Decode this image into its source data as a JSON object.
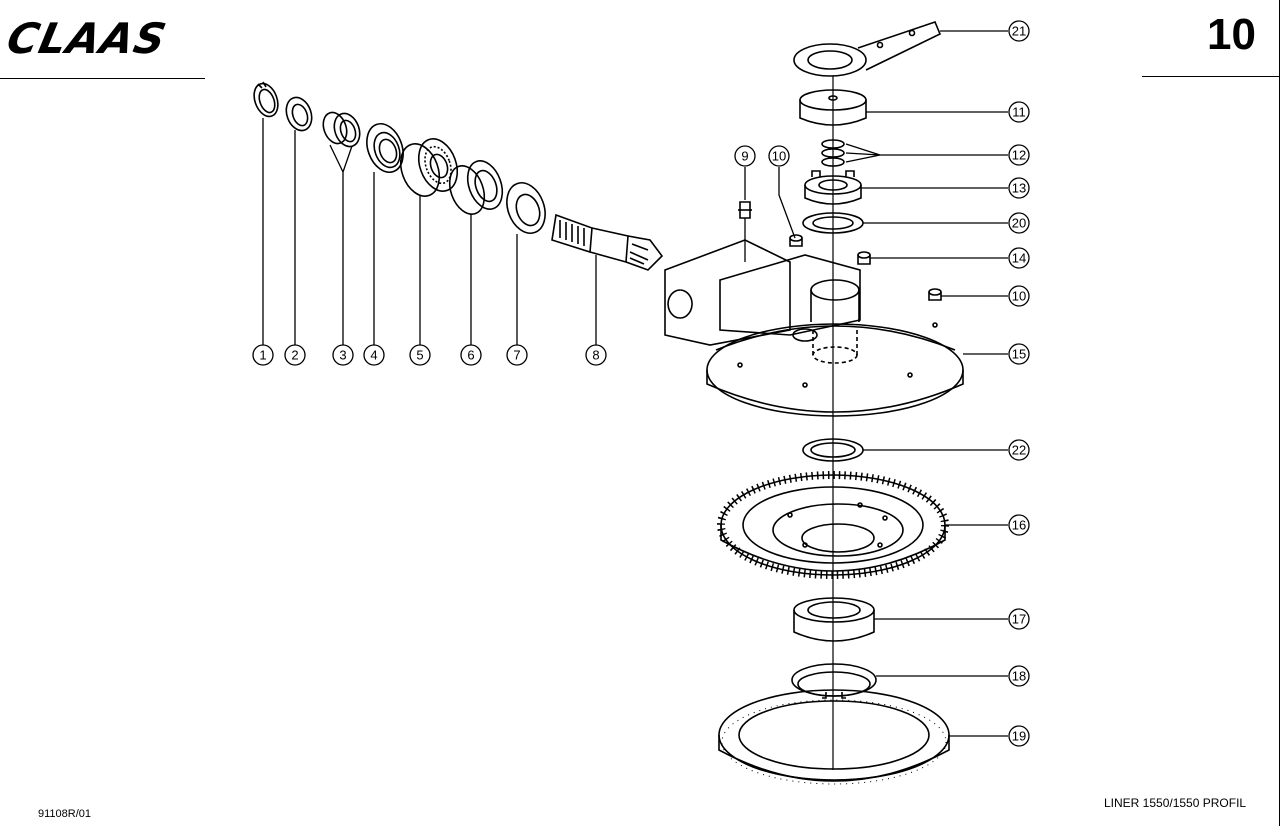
{
  "header": {
    "brand": "CLAAS",
    "page_number": "10"
  },
  "footer": {
    "drawing_id": "91108R/01",
    "model": "LINER 1550/1550 PROFIL"
  },
  "callouts": {
    "left_row": [
      "1",
      "2",
      "3",
      "4",
      "5",
      "6",
      "7",
      "8"
    ],
    "top_row": [
      "9",
      "10"
    ],
    "right_column": [
      "21",
      "11",
      "12",
      "13",
      "20",
      "14",
      "10",
      "15",
      "22",
      "16",
      "17",
      "18",
      "19"
    ]
  }
}
